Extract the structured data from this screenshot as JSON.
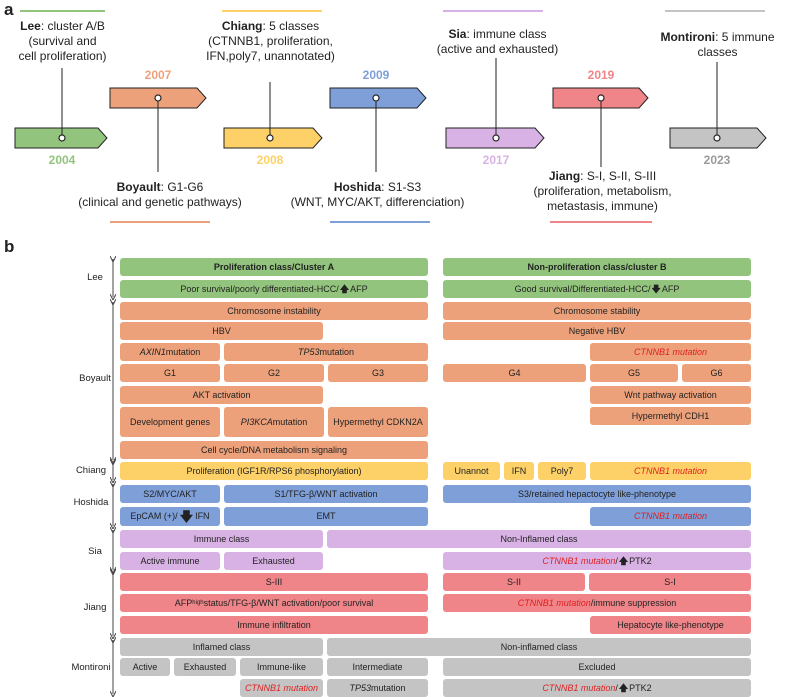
{
  "panel_a": {
    "letter": "a",
    "events": [
      {
        "year": "2004",
        "name": "Lee",
        "desc": ": cluster A/B",
        "lines": [
          "(survival and",
          "cell proliferation)"
        ],
        "color": "#93c47d"
      },
      {
        "year": "2007",
        "name": "Boyault",
        "desc": ": G1-G6",
        "lines": [
          "(clinical and genetic pathways)"
        ],
        "color": "#eca17b"
      },
      {
        "year": "2008",
        "name": "Chiang",
        "desc": ": 5 classes",
        "lines": [
          "(CTNNB1, proliferation,",
          "IFN,poly7, unannotated)"
        ],
        "color": "#fdd167"
      },
      {
        "year": "2009",
        "name": "Hoshida",
        "desc": ": S1-S3",
        "lines": [
          "(WNT, MYC/AKT, differenciation)"
        ],
        "color": "#7e9fd8"
      },
      {
        "year": "2017",
        "name": "Sia",
        "desc": ": immune class",
        "lines": [
          "(active and exhausted)"
        ],
        "color": "#d8b2e4"
      },
      {
        "year": "2019",
        "name": "Jiang",
        "desc": ": S-I, S-II, S-III",
        "lines": [
          "(proliferation, metabolism,",
          "metastasis, immune)"
        ],
        "color": "#f08589"
      },
      {
        "year": "2023",
        "name": "Montironi",
        "desc": ": 5 immune",
        "lines": [
          "classes"
        ],
        "color": "#c4c4c4"
      }
    ]
  },
  "panel_b": {
    "letter": "b",
    "labels": {
      "lee": "Lee",
      "boyault": "Boyault",
      "chiang": "Chiang",
      "hoshida": "Hoshida",
      "sia": "Sia",
      "jiang": "Jiang",
      "montironi": "Montironi"
    },
    "lee": {
      "prolif_title": "Proliferation class/Cluster A",
      "nonprolif_title": "Non-proliferation class/cluster B",
      "poor": "Poor survival/poorly differentiated-HCC/",
      "poor_afp": "AFP",
      "good": "Good survival/Differentiated-HCC/",
      "good_afp": "AFP"
    },
    "boyault": {
      "chrom_instab": "Chromosome instability",
      "chrom_stab": "Chromosome stability",
      "hbv": "HBV",
      "neg_hbv": "Negative HBV",
      "axin1": "AXIN1",
      "axin1_suffix": " mutation",
      "tp53": "TP53",
      "tp53_suffix": " mutation",
      "ctnnb1": "CTNNB1 mutation",
      "g1": "G1",
      "g2": "G2",
      "g3": "G3",
      "g4": "G4",
      "g5": "G5",
      "g6": "G6",
      "akt": "AKT activation",
      "wnt": "Wnt pathway activation",
      "dev": "Development genes",
      "pi3kca": "PI3KCA",
      "pi3kca_suffix": " mutation",
      "hypermethyl_cdkn2a": "Hypermethyl CDKN2A",
      "hypermethyl_cdh1": "Hypermethyl CDH1",
      "cellcycle": "Cell cycle/DNA metabolism signaling"
    },
    "chiang": {
      "prolif": "Proliferation (IGF1R/RPS6 phosphorylation)",
      "unannot": "Unannot",
      "ifn": "IFN",
      "poly7": "Poly7",
      "ctnnb1": "CTNNB1 mutation"
    },
    "hoshida": {
      "s2": "S2/MYC/AKT",
      "s1": "S1/TFG-β/WNT activation",
      "s3": "S3/retained hepactocyte like-phenotype",
      "epcam": "EpCAM (+)/",
      "epcam_ifn": "IFN",
      "emt": "EMT",
      "ctnnb1": "CTNNB1 mutation"
    },
    "sia": {
      "immune": "Immune class",
      "noninfl": "Non-Inflamed class",
      "active": "Active immune",
      "exhausted": "Exhausted",
      "ctnnb1": "CTNNB1 mutation",
      "ptk2": "PTK2"
    },
    "jiang": {
      "s3": "S-III",
      "s2": "S-II",
      "s1": "S-I",
      "afp": "AFP",
      "afp_sup": "high",
      "afp_rest": " status/TFG-β/WNT activation/poor survival",
      "ctnnb1": "CTNNB1 mutation",
      "ctnnb1_rest": "/immune suppression",
      "infil": "Immune infiltration",
      "hep": "Hepatocyte like-phenotype"
    },
    "montironi": {
      "inflamed": "Inflamed class",
      "noninflamed": "Non-inflamed class",
      "active": "Active",
      "exhausted": "Exhausted",
      "immunelike": "Immune-like",
      "intermediate": "Intermediate",
      "excluded": "Excluded",
      "ctnnb1": "CTNNB1 mutation",
      "tp53": "TP53",
      "tp53_suffix": " mutation",
      "ctnnb1b": "CTNNB1 mutation",
      "ptk2": "PTK2"
    }
  }
}
